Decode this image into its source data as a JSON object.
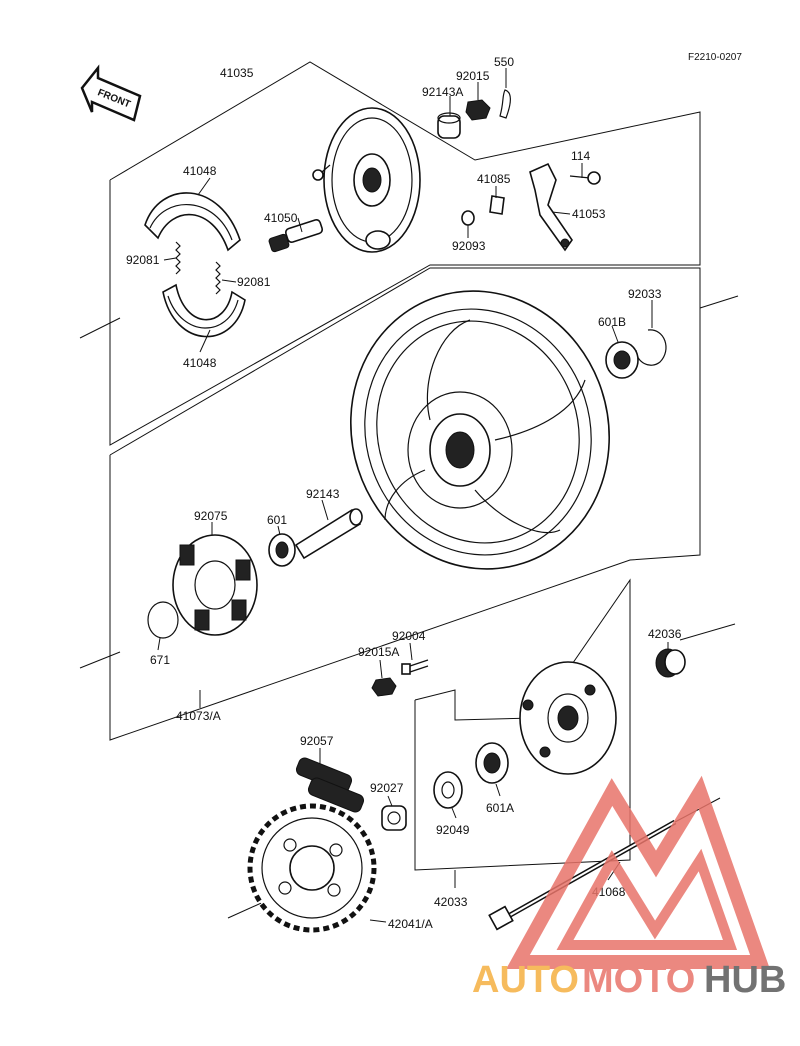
{
  "figure_code": "F2210-0207",
  "front_label": "FRONT",
  "parts": {
    "p41035": "41035",
    "p41048_top": "41048",
    "p41048_bottom": "41048",
    "p92081_left": "92081",
    "p92081_right": "92081",
    "p41050": "41050",
    "p550": "550",
    "p92015": "92015",
    "p92143A": "92143A",
    "p114": "114",
    "p41085": "41085",
    "p41053": "41053",
    "p92093": "92093",
    "p92033": "92033",
    "p601B": "601B",
    "p92075": "92075",
    "p601": "601",
    "p92143": "92143",
    "p671": "671",
    "p41073A": "41073/A",
    "p92004": "92004",
    "p92015A": "92015A",
    "p42036": "42036",
    "p92057": "92057",
    "p92027": "92027",
    "p92049": "92049",
    "p601A": "601A",
    "p41068": "41068",
    "p42033": "42033",
    "p42041A": "42041/A"
  },
  "watermark": {
    "part1": "AUTO",
    "part2": "MOTO",
    "part3": "HUB",
    "color1": "#f5b041",
    "color2": "#e8746a",
    "color3": "#5a5a5a",
    "logo_color": "#e8746a"
  }
}
